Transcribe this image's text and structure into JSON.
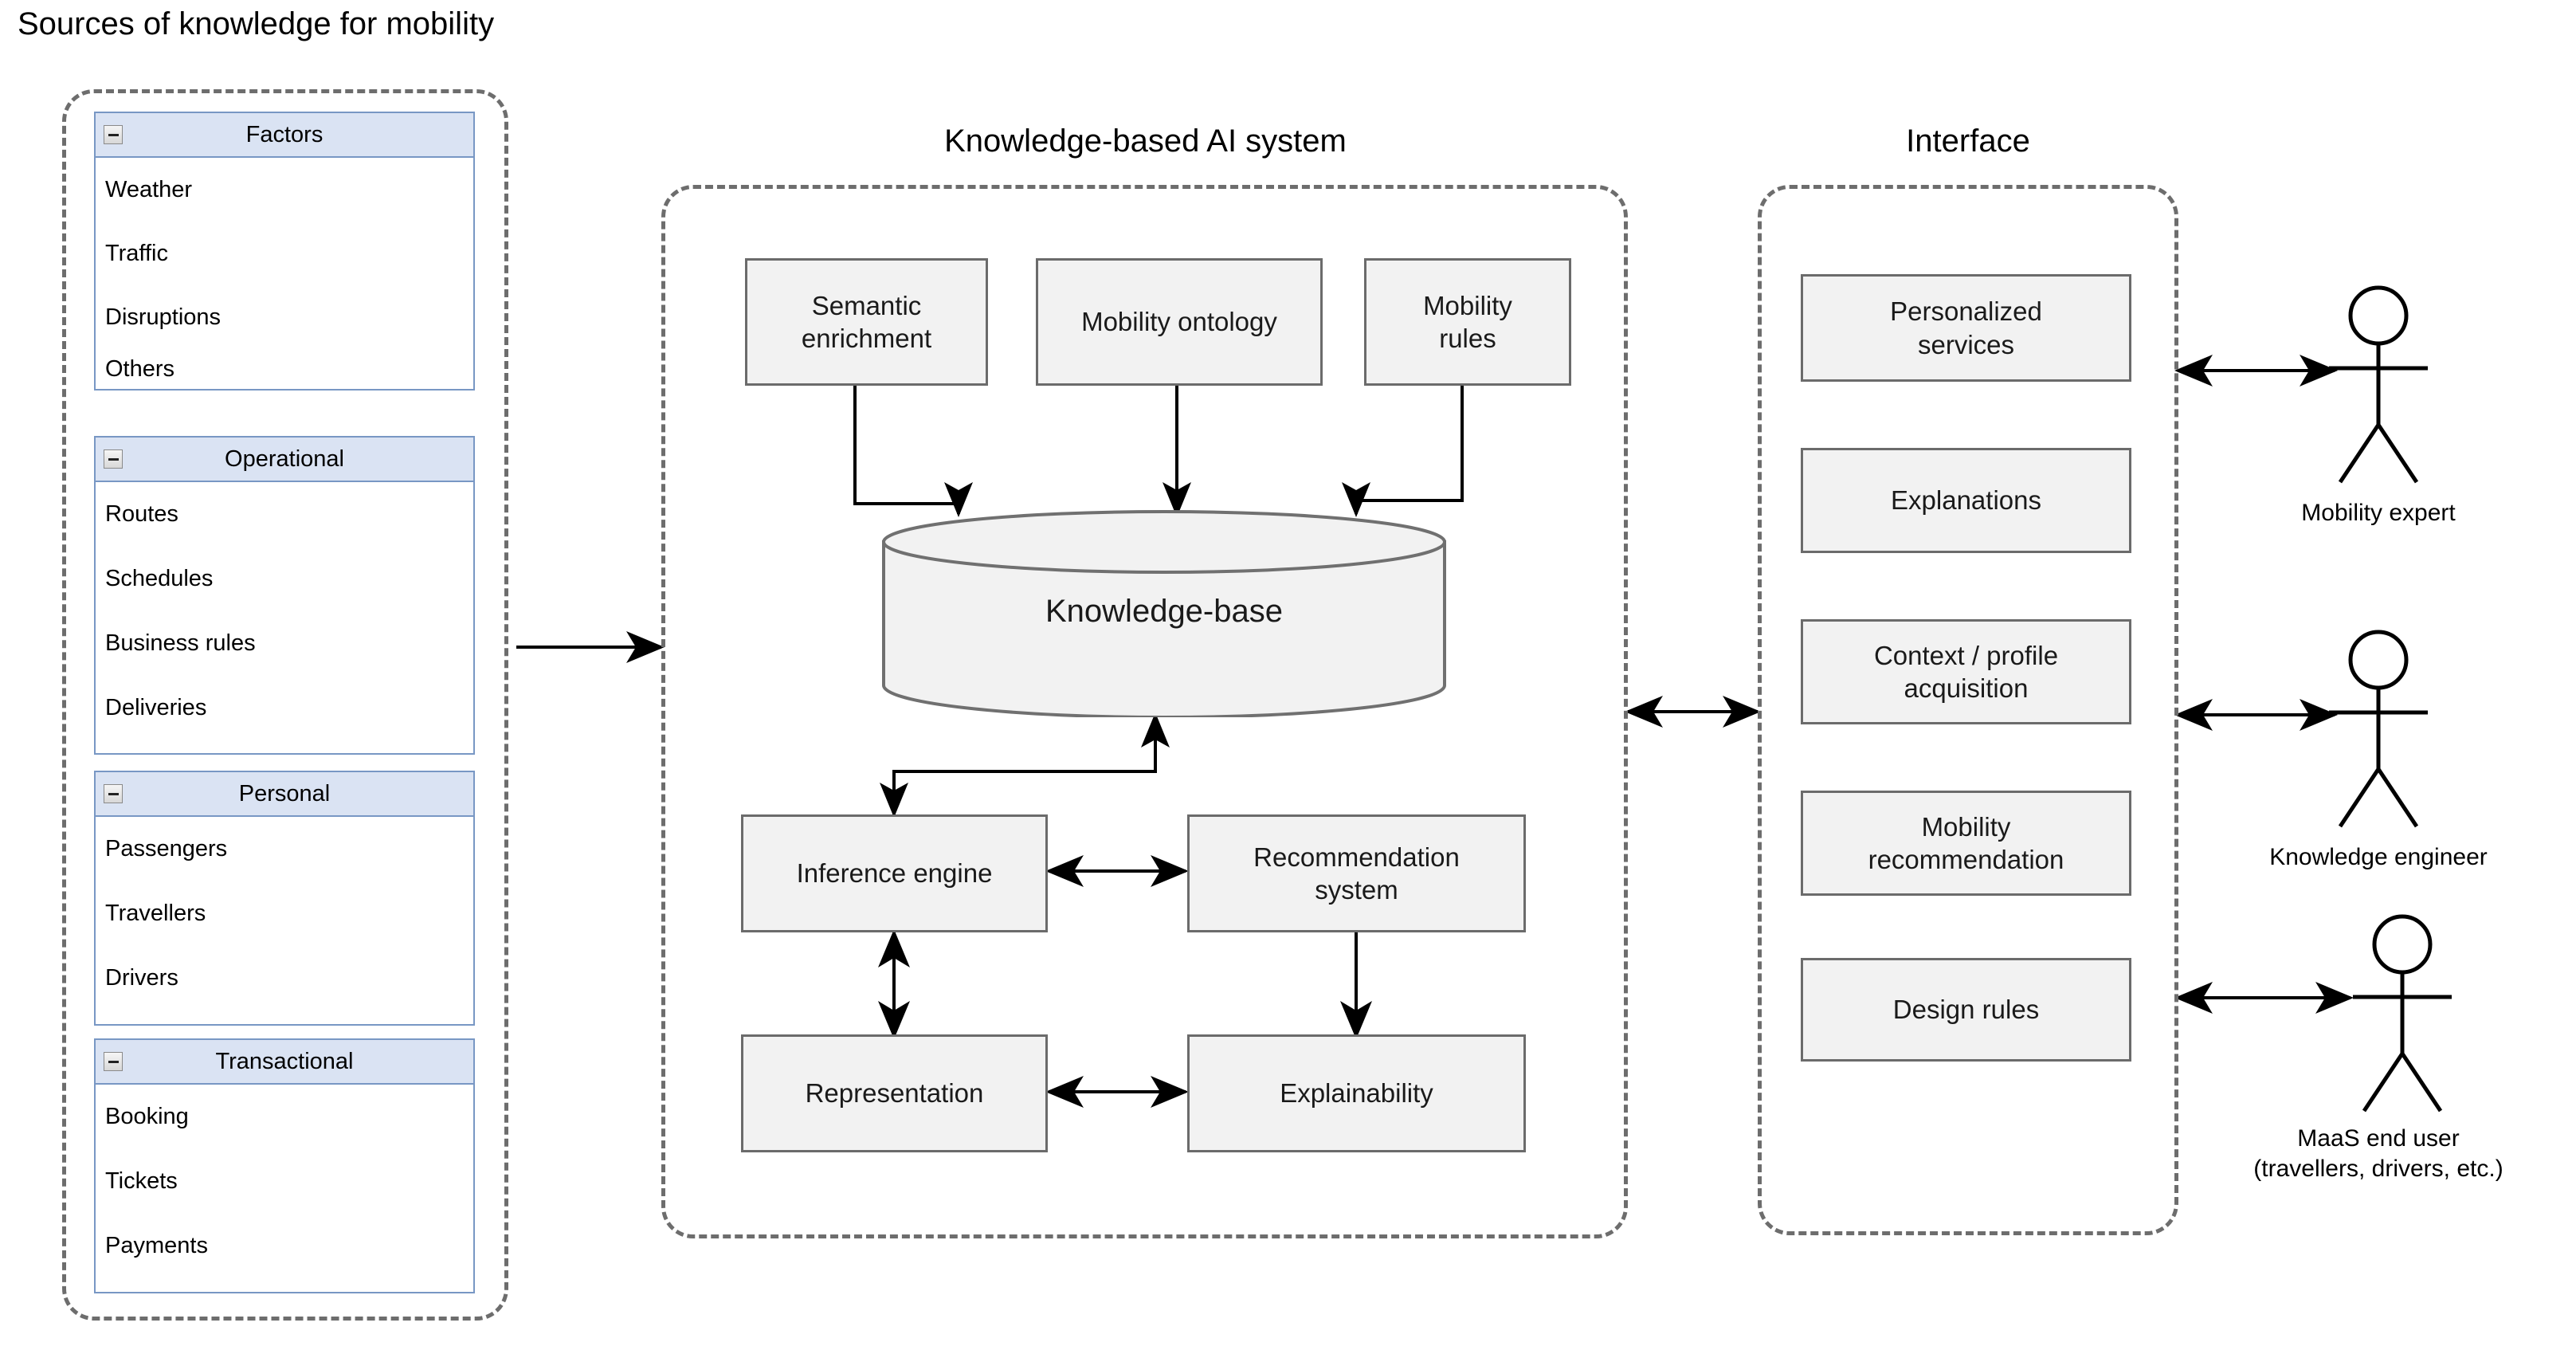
{
  "sections": {
    "sources": {
      "caption": "Sources of knowledge for mobility",
      "panels": [
        {
          "title": "Factors",
          "icon": "collapse-minus-icon",
          "items": [
            "Weather",
            "Traffic",
            "Disruptions",
            "Others"
          ]
        },
        {
          "title": "Operational",
          "icon": "collapse-minus-icon",
          "items": [
            "Routes",
            "Schedules",
            "Business rules",
            "Deliveries"
          ]
        },
        {
          "title": "Personal",
          "icon": "collapse-minus-icon",
          "items": [
            "Passengers",
            "Travellers",
            "Drivers"
          ]
        },
        {
          "title": "Transactional",
          "icon": "collapse-minus-icon",
          "items": [
            "Booking",
            "Tickets",
            "Payments"
          ]
        }
      ]
    },
    "ai_system": {
      "caption": "Knowledge-based AI system",
      "top_boxes": [
        {
          "label": "Semantic\nenrichment"
        },
        {
          "label": "Mobility ontology"
        },
        {
          "label": "Mobility\nrules"
        }
      ],
      "datastore": {
        "label": "Knowledge-base",
        "shape": "cylinder"
      },
      "process_boxes": [
        {
          "label": "Inference engine"
        },
        {
          "label": "Recommendation\nsystem"
        },
        {
          "label": "Representation"
        },
        {
          "label": "Explainability"
        }
      ]
    },
    "interface": {
      "caption": "Interface",
      "boxes": [
        {
          "label": "Personalized\nservices"
        },
        {
          "label": "Explanations"
        },
        {
          "label": "Context / profile\nacquisition"
        },
        {
          "label": "Mobility\nrecommendation"
        },
        {
          "label": "Design rules"
        }
      ]
    },
    "actors": [
      {
        "name": "Mobility expert",
        "icon": "stick-figure-icon"
      },
      {
        "name": "Knowledge engineer",
        "icon": "stick-figure-icon"
      },
      {
        "name": "MaaS end user\n(travellers, drivers, etc.)",
        "icon": "stick-figure-icon"
      }
    ]
  },
  "connectors": [
    {
      "from": "sources",
      "to": "ai-system",
      "style": "single-arrow"
    },
    {
      "from": "ai-system",
      "to": "interface",
      "style": "double-arrow"
    },
    {
      "from": "semantic-enrichment",
      "to": "knowledge-base",
      "style": "single-arrow"
    },
    {
      "from": "mobility-ontology",
      "to": "knowledge-base",
      "style": "single-arrow"
    },
    {
      "from": "mobility-rules",
      "to": "knowledge-base",
      "style": "single-arrow"
    },
    {
      "from": "inference-engine",
      "to": "knowledge-base",
      "style": "single-arrow"
    },
    {
      "from": "inference-engine",
      "to": "recommendation-system",
      "style": "double-arrow"
    },
    {
      "from": "inference-engine",
      "to": "representation",
      "style": "double-arrow"
    },
    {
      "from": "recommendation-system",
      "to": "explainability",
      "style": "single-arrow"
    },
    {
      "from": "representation",
      "to": "explainability",
      "style": "double-arrow"
    },
    {
      "from": "personalized-services",
      "to": "mobility-expert",
      "style": "double-arrow"
    },
    {
      "from": "context-profile-acquisition",
      "to": "knowledge-engineer",
      "style": "double-arrow"
    },
    {
      "from": "design-rules",
      "to": "maas-end-user",
      "style": "double-arrow"
    }
  ],
  "colors": {
    "panel_header_fill": "#dae3f3",
    "panel_border": "#7897c4",
    "process_fill": "#f2f2f2",
    "process_border": "#6b6b6b",
    "container_dash": "#6d6d6d",
    "background": "#ffffff"
  }
}
